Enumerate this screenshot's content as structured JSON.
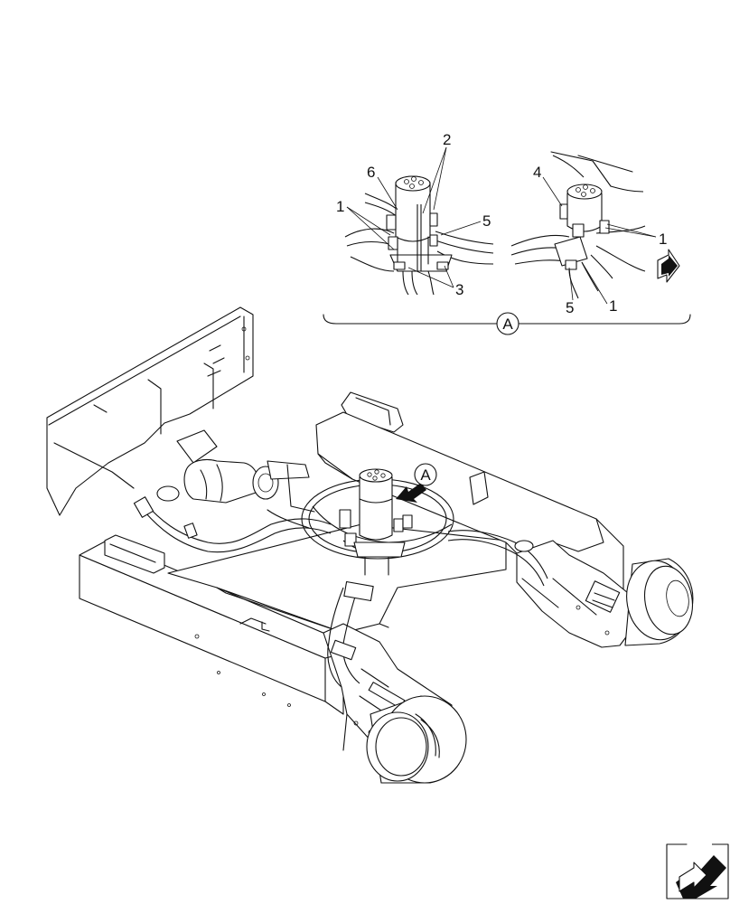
{
  "detail": {
    "view_label": "A",
    "callouts": {
      "c1a": "1",
      "c2": "2",
      "c3": "3",
      "c5a": "5",
      "c6": "6",
      "c4": "4",
      "c1b": "1",
      "c1c": "1",
      "c5b": "5"
    }
  },
  "main": {
    "view_marker": "A"
  },
  "icons": {
    "forward_arrow": "arrow-icon",
    "nav_corner": "navigation-return-icon"
  }
}
